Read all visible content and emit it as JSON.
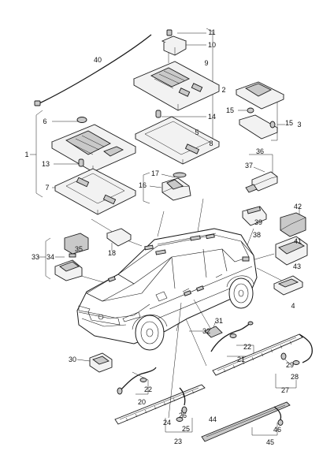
{
  "diagram": {
    "labels": [
      {
        "text": "11"
      },
      {
        "text": "10"
      },
      {
        "text": "40"
      },
      {
        "text": "2"
      },
      {
        "text": "14"
      },
      {
        "text": "9"
      },
      {
        "text": "8"
      },
      {
        "text": "15"
      },
      {
        "text": "15"
      },
      {
        "text": "3"
      },
      {
        "text": "6"
      },
      {
        "text": "5"
      },
      {
        "text": "1"
      },
      {
        "text": "13"
      },
      {
        "text": "7"
      },
      {
        "text": "36"
      },
      {
        "text": "37"
      },
      {
        "text": "17"
      },
      {
        "text": "16"
      },
      {
        "text": "39"
      },
      {
        "text": "38"
      },
      {
        "text": "42"
      },
      {
        "text": "41"
      },
      {
        "text": "43"
      },
      {
        "text": "33"
      },
      {
        "text": "34"
      },
      {
        "text": "35"
      },
      {
        "text": "18"
      },
      {
        "text": "4"
      },
      {
        "text": "31"
      },
      {
        "text": "32"
      },
      {
        "text": "22"
      },
      {
        "text": "21"
      },
      {
        "text": "30"
      },
      {
        "text": "22"
      },
      {
        "text": "20"
      },
      {
        "text": "29"
      },
      {
        "text": "28"
      },
      {
        "text": "27"
      },
      {
        "text": "26"
      },
      {
        "text": "24"
      },
      {
        "text": "25"
      },
      {
        "text": "23"
      },
      {
        "text": "46"
      },
      {
        "text": "45"
      },
      {
        "text": "44"
      }
    ]
  }
}
